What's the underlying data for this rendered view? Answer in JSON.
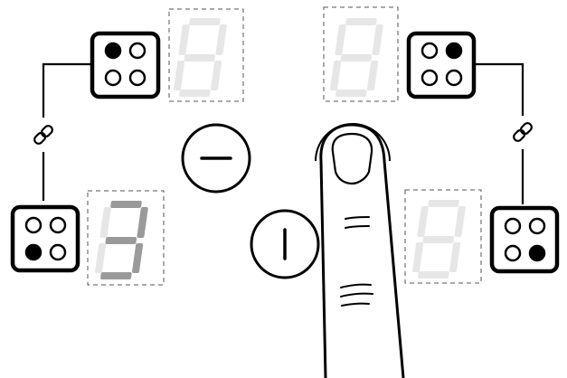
{
  "zones": [
    {
      "id": "front-left",
      "active_burner": "top-left",
      "display": "8",
      "display_state": "off"
    },
    {
      "id": "back-left",
      "active_burner": "bottom-left",
      "display": "3",
      "display_state": "on"
    },
    {
      "id": "front-right",
      "active_burner": "top-right",
      "display": "8",
      "display_state": "off"
    },
    {
      "id": "back-right",
      "active_burner": "bottom-right",
      "display": "8",
      "display_state": "off"
    }
  ],
  "buttons": [
    {
      "id": "minus",
      "icon": "minus-icon"
    },
    {
      "id": "power",
      "icon": "power-bar-icon",
      "pressed": true
    }
  ],
  "links": [
    {
      "side": "left",
      "icon": "link-icon"
    },
    {
      "side": "right",
      "icon": "link-icon"
    }
  ],
  "colors": {
    "outline": "#000000",
    "segment_off": "#e6e6e6",
    "segment_on": "#9a9a9a",
    "frame": "#555555"
  }
}
